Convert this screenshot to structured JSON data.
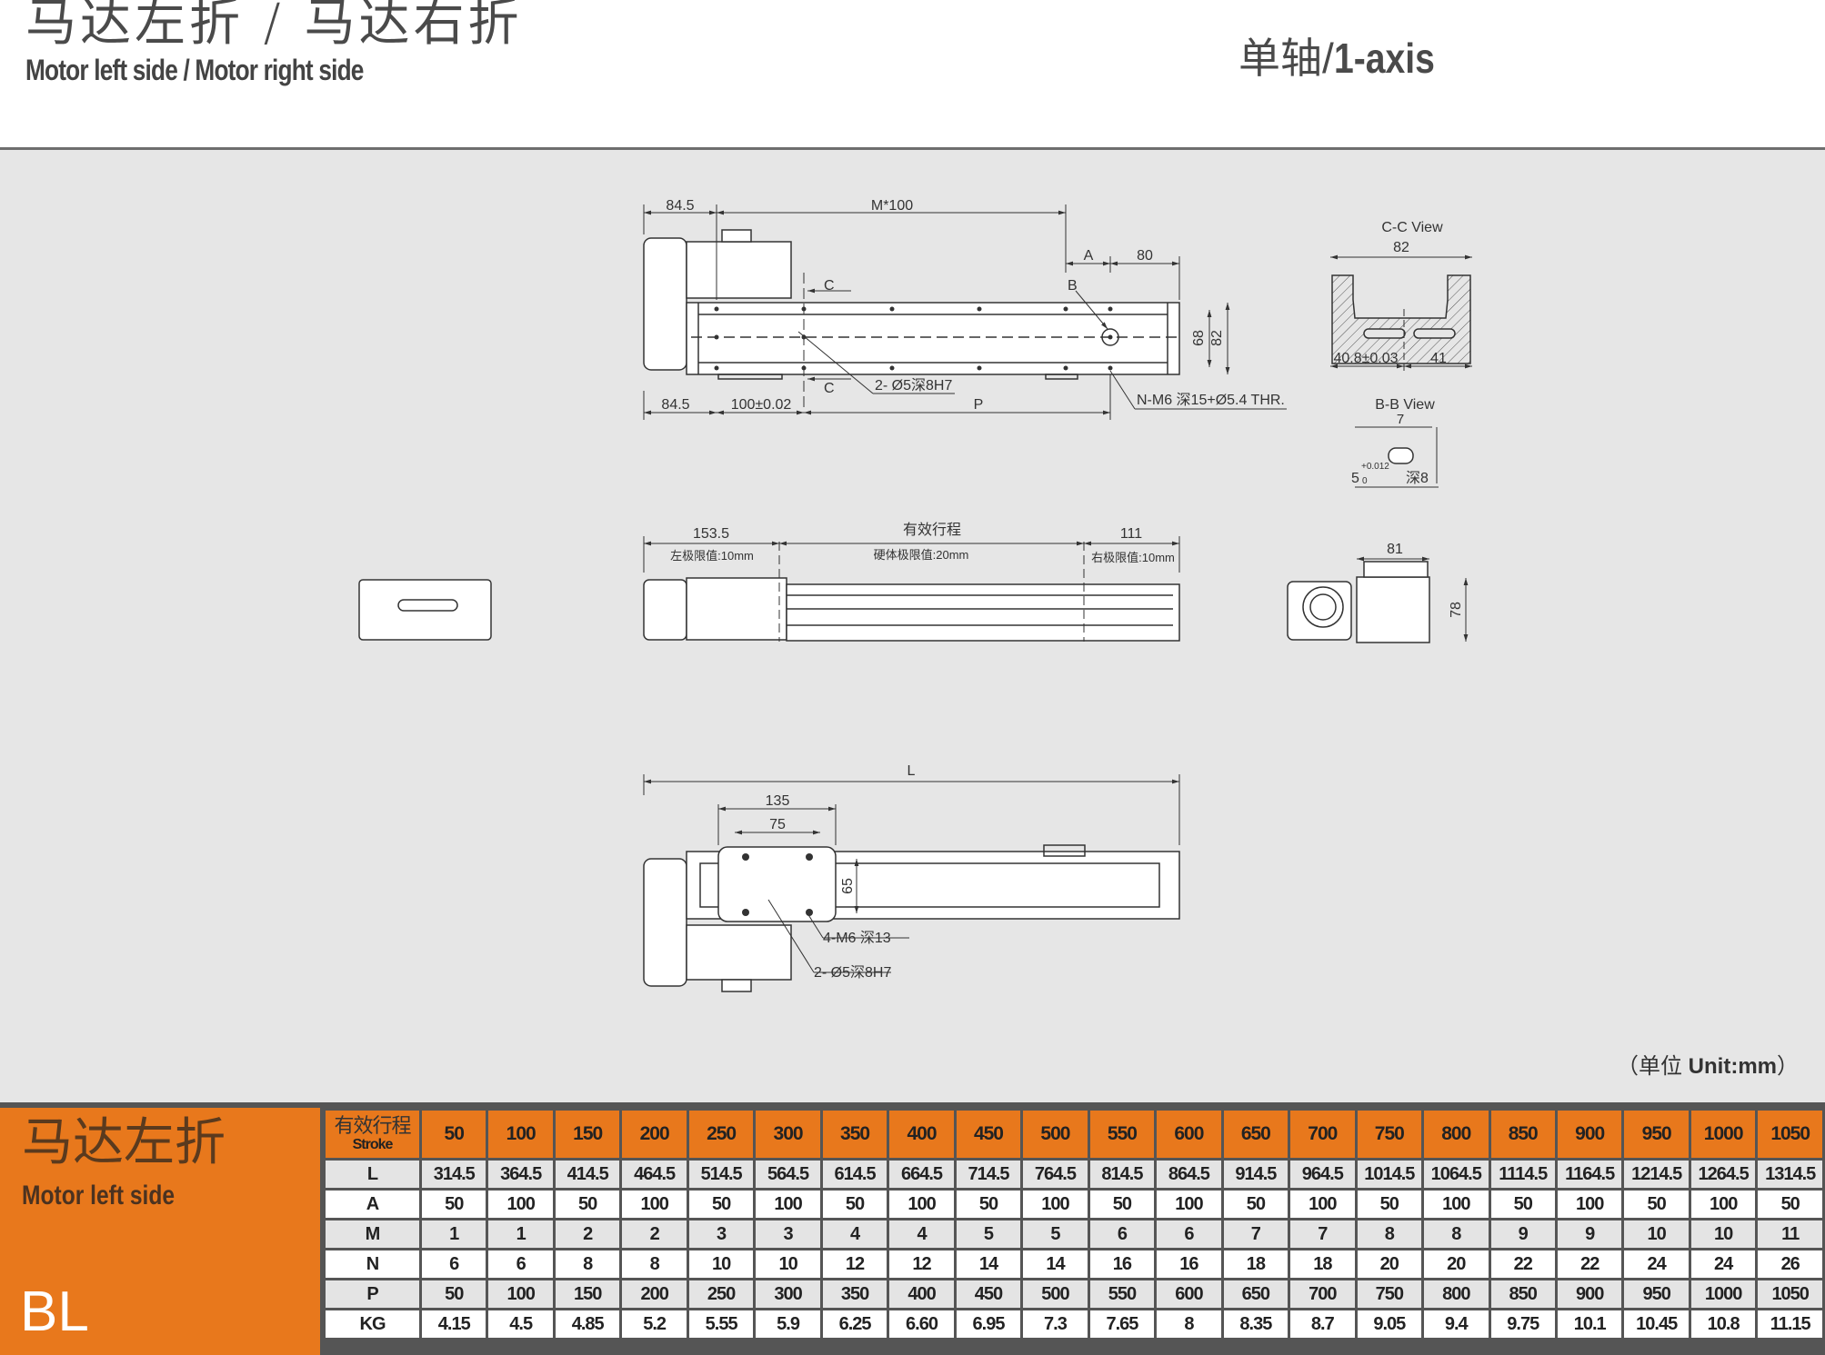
{
  "header": {
    "title_cn": "马达左折 / 马达右折",
    "title_en": "Motor left side / Motor right side",
    "axis_cn": "单轴/",
    "axis_en": "1-axis"
  },
  "drawing": {
    "top_view": {
      "dim_motor": "84.5",
      "dim_m100": "M*100",
      "dim_a": "A",
      "dim_80": "80",
      "label_b": "B",
      "label_c_top": "C",
      "label_c_bottom": "C",
      "dim_68": "68",
      "dim_82": "82",
      "dim_bottom_845": "84.5",
      "dim_100": "100±0.02",
      "dim_p": "P",
      "note_pin": "2- Ø5深8H7",
      "note_thread": "N-M6 深15+Ø5.4 THR."
    },
    "cc_view": {
      "title": "C-C View",
      "dim_82": "82",
      "dim_408": "40.8±0.03",
      "dim_41": "41"
    },
    "bb_view": {
      "title": "B-B View",
      "dim_7": "7",
      "dim_5": "5",
      "tol_upper": "+0.012",
      "tol_lower": "0",
      "depth": "深8"
    },
    "side_view": {
      "dim_1535": "153.5",
      "dim_stroke": "有效行程",
      "dim_111": "111",
      "left_limit": "左极限值:10mm",
      "hard_limit": "硬体极限值:20mm",
      "right_limit": "右极限值:10mm"
    },
    "end_view": {
      "dim_81": "81",
      "dim_78": "78"
    },
    "bottom_view": {
      "dim_l": "L",
      "dim_135": "135",
      "dim_75": "75",
      "dim_65": "65",
      "note_m6": "4-M6 深13",
      "note_pin": "2- Ø5深8H7"
    }
  },
  "unit": {
    "cn": "（单位 ",
    "en": "Unit:mm",
    "close": "）"
  },
  "table": {
    "left_cn": "马达左折",
    "left_en": "Motor left side",
    "code": "BL",
    "stroke_cn": "有效行程",
    "stroke_en": "Stroke",
    "strokes": [
      "50",
      "100",
      "150",
      "200",
      "250",
      "300",
      "350",
      "400",
      "450",
      "500",
      "550",
      "600",
      "650",
      "700",
      "750",
      "800",
      "850",
      "900",
      "950",
      "1000",
      "1050"
    ],
    "rows": [
      {
        "label": "L",
        "values": [
          "314.5",
          "364.5",
          "414.5",
          "464.5",
          "514.5",
          "564.5",
          "614.5",
          "664.5",
          "714.5",
          "764.5",
          "814.5",
          "864.5",
          "914.5",
          "964.5",
          "1014.5",
          "1064.5",
          "1114.5",
          "1164.5",
          "1214.5",
          "1264.5",
          "1314.5"
        ]
      },
      {
        "label": "A",
        "values": [
          "50",
          "100",
          "50",
          "100",
          "50",
          "100",
          "50",
          "100",
          "50",
          "100",
          "50",
          "100",
          "50",
          "100",
          "50",
          "100",
          "50",
          "100",
          "50",
          "100",
          "50"
        ]
      },
      {
        "label": "M",
        "values": [
          "1",
          "1",
          "2",
          "2",
          "3",
          "3",
          "4",
          "4",
          "5",
          "5",
          "6",
          "6",
          "7",
          "7",
          "8",
          "8",
          "9",
          "9",
          "10",
          "10",
          "11"
        ]
      },
      {
        "label": "N",
        "values": [
          "6",
          "6",
          "8",
          "8",
          "10",
          "10",
          "12",
          "12",
          "14",
          "14",
          "16",
          "16",
          "18",
          "18",
          "20",
          "20",
          "22",
          "22",
          "24",
          "24",
          "26"
        ]
      },
      {
        "label": "P",
        "values": [
          "50",
          "100",
          "150",
          "200",
          "250",
          "300",
          "350",
          "400",
          "450",
          "500",
          "550",
          "600",
          "650",
          "700",
          "750",
          "800",
          "850",
          "900",
          "950",
          "1000",
          "1050"
        ]
      },
      {
        "label": "KG",
        "values": [
          "4.15",
          "4.5",
          "4.85",
          "5.2",
          "5.55",
          "5.9",
          "6.25",
          "6.60",
          "6.95",
          "7.3",
          "7.65",
          "8",
          "8.35",
          "8.7",
          "9.05",
          "9.4",
          "9.75",
          "10.1",
          "10.45",
          "10.8",
          "11.15"
        ]
      }
    ],
    "colors": {
      "orange": "#e8781c",
      "gray_row": "#e4e4e4"
    }
  }
}
